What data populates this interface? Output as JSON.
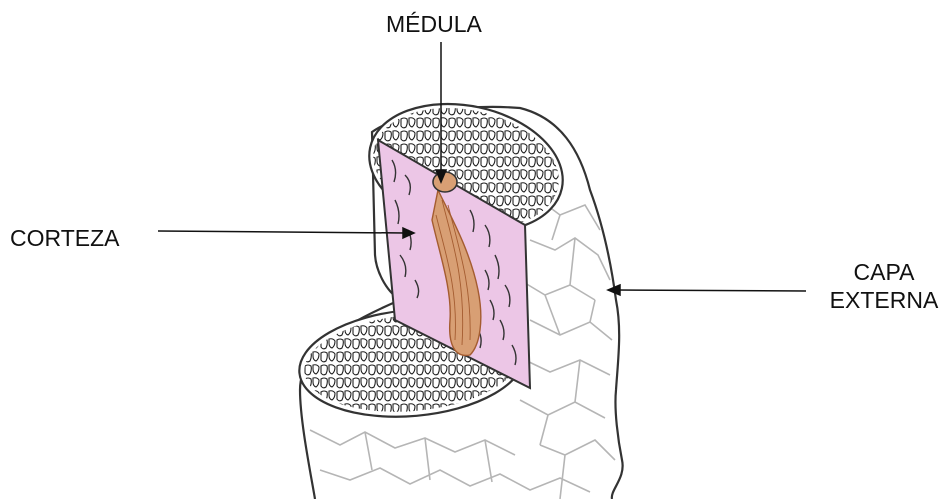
{
  "labels": {
    "medula": "MÉDULA",
    "corteza": "CORTEZA",
    "capa_line1": "CAPA",
    "capa_line2": "EXTERNA"
  },
  "colors": {
    "outline": "#333333",
    "cortex_fill": "#ecc6e6",
    "medulla_fill": "#d89f74",
    "medulla_stroke": "#a45c30",
    "cuticle_lines": "#b5b5b5",
    "cell_stroke": "#222222"
  }
}
